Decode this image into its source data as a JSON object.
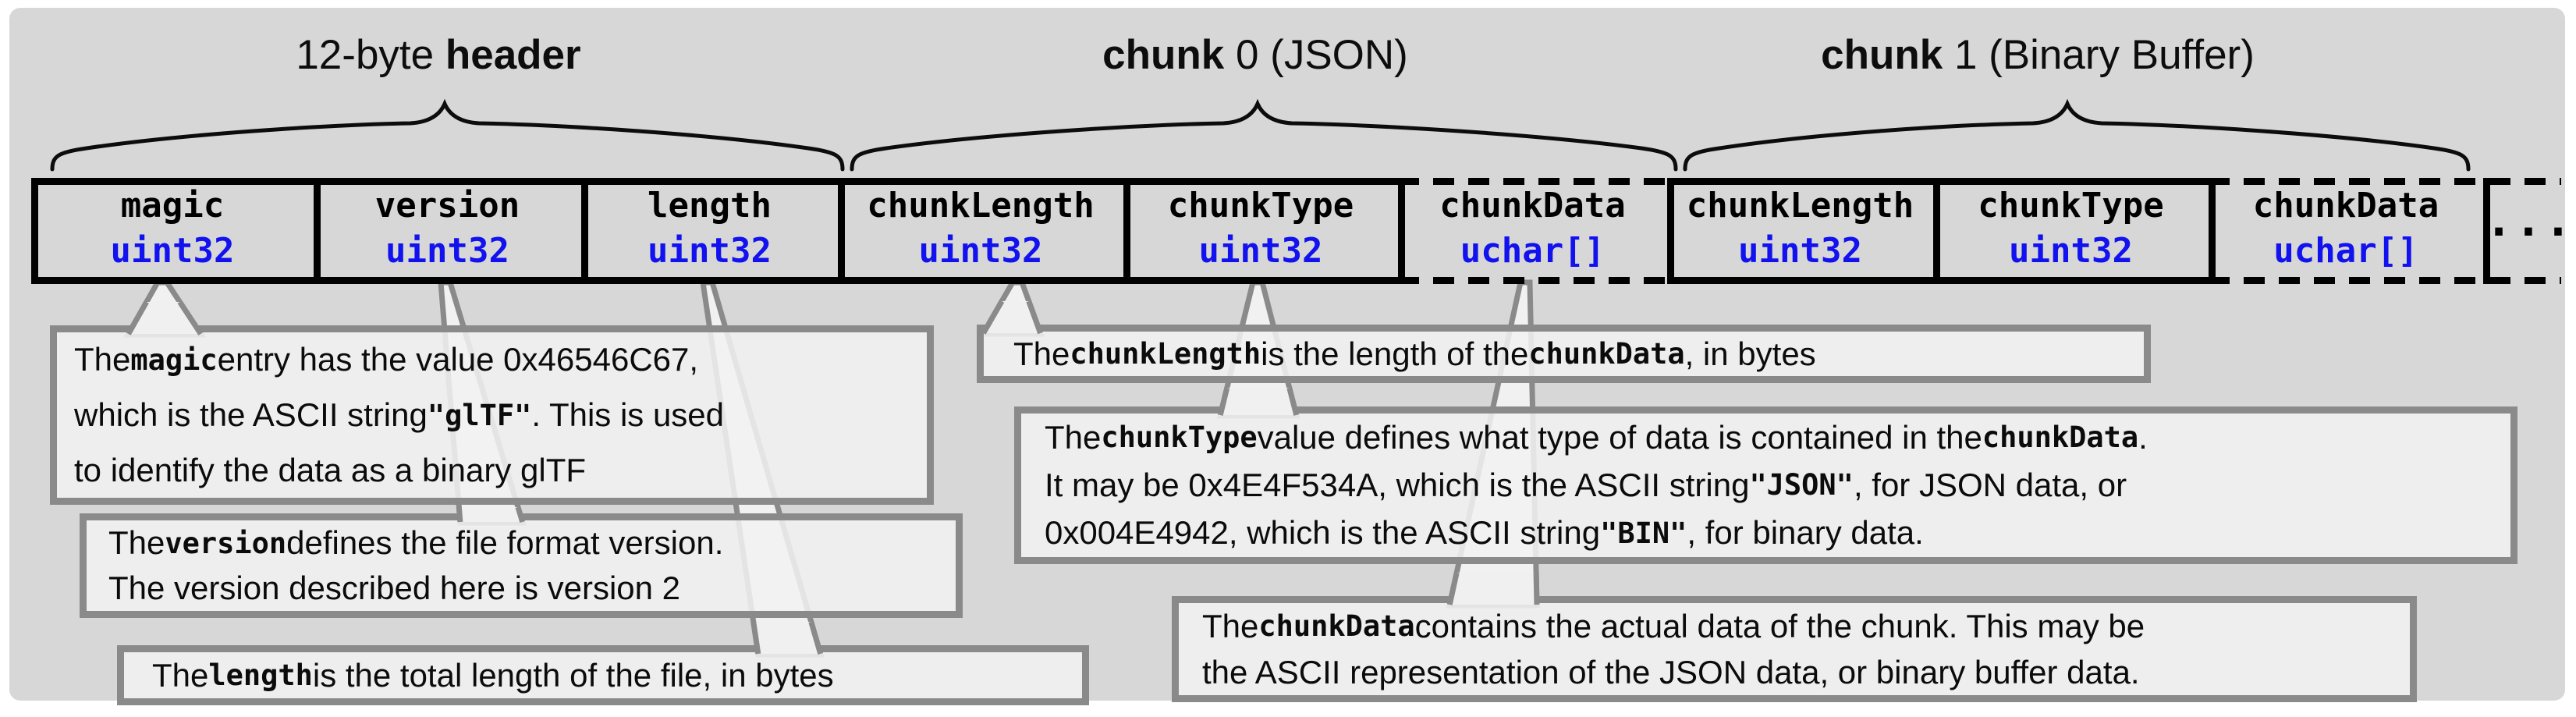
{
  "colors": {
    "background": "#ffffff",
    "canvas": "#d7d7d7",
    "table_border": "#000000",
    "field_type_blue": "#1212ee",
    "box_fill": "rgba(241,241,241,0.87)",
    "box_border": "#8a8a8a",
    "brace": "#0c0c0c"
  },
  "group_labels": [
    {
      "id": "header",
      "segments": [
        {
          "t": "12-byte ",
          "b": false
        },
        {
          "t": "header",
          "b": true
        }
      ]
    },
    {
      "id": "chunk0",
      "segments": [
        {
          "t": "chunk",
          "b": true
        },
        {
          "t": " 0 (JSON)",
          "b": false
        }
      ]
    },
    {
      "id": "chunk1",
      "segments": [
        {
          "t": "chunk",
          "b": true
        },
        {
          "t": " 1 (Binary Buffer)",
          "b": false
        }
      ]
    }
  ],
  "table": {
    "cells": [
      {
        "name": "magic",
        "type": "uint32",
        "dashed": false
      },
      {
        "name": "version",
        "type": "uint32",
        "dashed": false
      },
      {
        "name": "length",
        "type": "uint32",
        "dashed": false
      },
      {
        "name": "chunkLength",
        "type": "uint32",
        "dashed": false
      },
      {
        "name": "chunkType",
        "type": "uint32",
        "dashed": false
      },
      {
        "name": "chunkData",
        "type": "uchar[]",
        "dashed": true
      },
      {
        "name": "chunkLength",
        "type": "uint32",
        "dashed": false
      },
      {
        "name": "chunkType",
        "type": "uint32",
        "dashed": false
      },
      {
        "name": "chunkData",
        "type": "uchar[]",
        "dashed": true
      }
    ],
    "ellipsis": "..."
  },
  "callouts": [
    {
      "id": "magic",
      "lines": [
        [
          {
            "t": "The ",
            "c": false
          },
          {
            "t": "magic",
            "c": true
          },
          {
            "t": " entry has the value 0x46546C67,",
            "c": false
          }
        ],
        [
          {
            "t": "which is the ASCII string ",
            "c": false
          },
          {
            "t": "\"glTF\"",
            "c": true
          },
          {
            "t": " . This is used",
            "c": false
          }
        ],
        [
          {
            "t": "to identify the data as a binary glTF",
            "c": false
          }
        ]
      ]
    },
    {
      "id": "version",
      "lines": [
        [
          {
            "t": "The ",
            "c": false
          },
          {
            "t": "version",
            "c": true
          },
          {
            "t": " defines the file format version.",
            "c": false
          }
        ],
        [
          {
            "t": "The version described here is version 2",
            "c": false
          }
        ]
      ]
    },
    {
      "id": "length",
      "lines": [
        [
          {
            "t": "The ",
            "c": false
          },
          {
            "t": "length",
            "c": true
          },
          {
            "t": " is the total length of the file, in bytes",
            "c": false
          }
        ]
      ]
    },
    {
      "id": "chunk-length",
      "lines": [
        [
          {
            "t": "The ",
            "c": false
          },
          {
            "t": "chunkLength",
            "c": true
          },
          {
            "t": " is the length of the ",
            "c": false
          },
          {
            "t": "chunkData",
            "c": true
          },
          {
            "t": ", in bytes",
            "c": false
          }
        ]
      ]
    },
    {
      "id": "chunk-type",
      "lines": [
        [
          {
            "t": "The ",
            "c": false
          },
          {
            "t": "chunkType",
            "c": true
          },
          {
            "t": " value defines what type of data is contained in the ",
            "c": false
          },
          {
            "t": "chunkData",
            "c": true
          },
          {
            "t": ".",
            "c": false
          }
        ],
        [
          {
            "t": "It may be 0x4E4F534A, which is the ASCII string ",
            "c": false
          },
          {
            "t": "\"JSON\"",
            "c": true
          },
          {
            "t": ", for JSON data, or",
            "c": false
          }
        ],
        [
          {
            "t": "0x004E4942, which is the ASCII string ",
            "c": false
          },
          {
            "t": "\"BIN\"",
            "c": true
          },
          {
            "t": ", for binary data.",
            "c": false
          }
        ]
      ]
    },
    {
      "id": "chunk-data",
      "lines": [
        [
          {
            "t": "The ",
            "c": false
          },
          {
            "t": "chunkData",
            "c": true
          },
          {
            "t": " contains the actual data of the chunk. This may be",
            "c": false
          }
        ],
        [
          {
            "t": "the ASCII representation of the JSON data, or binary buffer data.",
            "c": false
          }
        ]
      ]
    }
  ]
}
